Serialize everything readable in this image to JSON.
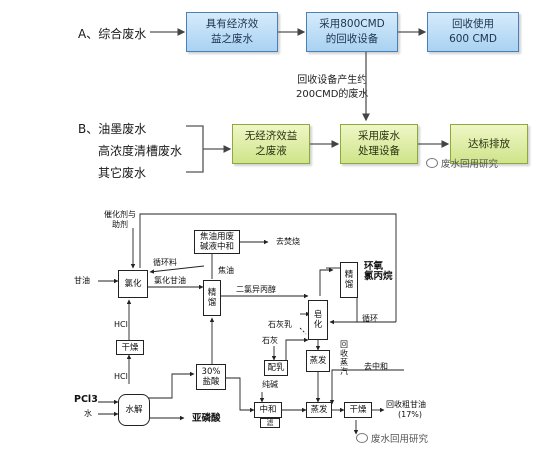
{
  "top": {
    "a_label": "A、综合废水",
    "b_label": "B、油墨废水",
    "b_items": [
      "高浓度清槽废水",
      "其它废水"
    ],
    "box_valuable": [
      "具有经济效",
      "益之废水"
    ],
    "box_recycle_800": [
      "采用800CMD",
      "的回收设备"
    ],
    "box_reuse": [
      "回收使用",
      "600 CMD"
    ],
    "box_no_value": [
      "无经济效益",
      "之废液"
    ],
    "box_treatment": [
      "采用废水",
      "处理设备"
    ],
    "box_discharge": [
      "达标排放"
    ],
    "note_200": [
      "回收设备产生约",
      "200CMD的废水"
    ],
    "watermark": "废水回用研究"
  },
  "process": {
    "catalyst": [
      "催化剂与",
      "助剂"
    ],
    "chlorination": "氯化",
    "coking_box": [
      "焦油用废",
      "碱液中和"
    ],
    "to_incineration": "去焚烧",
    "recycle_material": "循环料",
    "tar": "焦油",
    "glycerin": "甘油",
    "chloroglycerin": "氯化甘油",
    "rectify1": [
      "精",
      "馏"
    ],
    "dichloropropanol": "二氯异丙醇",
    "rectify2": [
      "精",
      "馏"
    ],
    "epichlorohydrin": [
      "环氧",
      "氯丙烷"
    ],
    "recycle": "循环",
    "hcl_top": "HCl",
    "dry1": "干燥",
    "hcl_bottom": "HCl",
    "lime_milk": [
      "石灰乳"
    ],
    "lime": "石灰",
    "cyclize": [
      "皂",
      "化"
    ],
    "hcl_30": [
      "30%",
      "盐酸"
    ],
    "mix_milk": [
      "配乳"
    ],
    "recover_steam": [
      "回",
      "收",
      "蒸",
      "汽"
    ],
    "evap_top": "蒸发",
    "neutralize": "中和",
    "evap_bottom": "蒸发",
    "dry2": "干燥",
    "pure_alkali": "纯碱",
    "to_neutralize": "去中和",
    "pcl3": "PCl3",
    "water": "水",
    "hydrolysis": "水解",
    "phosphorous_acid": "亚磷酸",
    "filter": "滤",
    "recovered_glycerin": [
      "回收粗甘油",
      "(17%)"
    ],
    "watermark": "废水回用研究"
  }
}
